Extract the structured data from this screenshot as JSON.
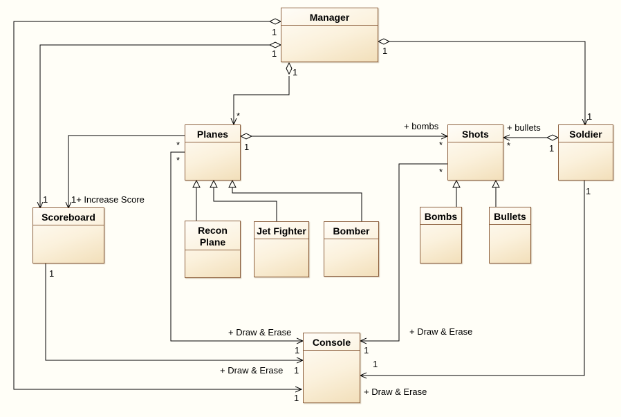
{
  "classes": {
    "manager": "Manager",
    "planes": "Planes",
    "shots": "Shots",
    "soldier": "Soldier",
    "scoreboard": "Scoreboard",
    "recon_plane": [
      "Recon",
      "Plane"
    ],
    "jet_fighter": "Jet Fighter",
    "bomber": "Bomber",
    "bombs": "Bombs",
    "bullets": "Bullets",
    "console": "Console"
  },
  "labels": {
    "m_one_top": "1",
    "m_one_mid": "1",
    "m_one_right": "1",
    "m_one_bottom": "1",
    "planes_star": "*",
    "soldier_one": "1",
    "plus_bombs": "+ bombs",
    "plus_bullets": "+ bullets",
    "planes_star_a": "*",
    "planes_star_b": "*",
    "planes_one": "1",
    "shots_star_left": "*",
    "shots_star_right": "*",
    "soldier_one_left": "1",
    "shots_star_bottom": "*",
    "scoreboard_one_left": "1",
    "increase_score": "1+ Increase Score",
    "soldier_one_bottom": "1",
    "scoreboard_one_bottom": "1",
    "draw_erase_planes": "+ Draw & Erase",
    "draw_erase_shots": "+ Draw & Erase",
    "draw_erase_scoreboard": "+ Draw & Erase",
    "draw_erase_soldier": "+ Draw & Erase",
    "console_one_a": "1",
    "console_one_b": "1",
    "console_one_c": "1",
    "console_one_d": "1",
    "console_one_e": "1"
  }
}
